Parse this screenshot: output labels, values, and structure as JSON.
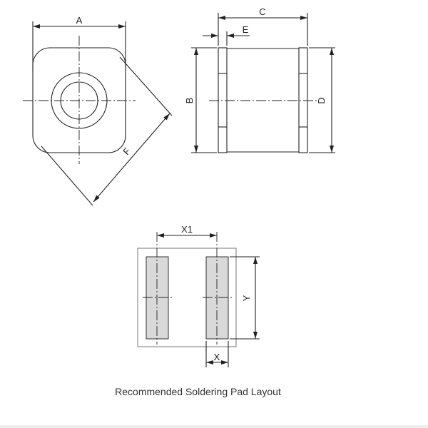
{
  "front_view": {
    "dim_a": "A",
    "dim_f": "F"
  },
  "side_view": {
    "dim_b": "B",
    "dim_c": "C",
    "dim_d": "D",
    "dim_e": "E"
  },
  "pad_layout": {
    "dim_x1": "X1",
    "dim_x": "X",
    "dim_y": "Y",
    "caption": "Recommended Soldering Pad Layout",
    "pad_fill": "#d9d9d9"
  }
}
